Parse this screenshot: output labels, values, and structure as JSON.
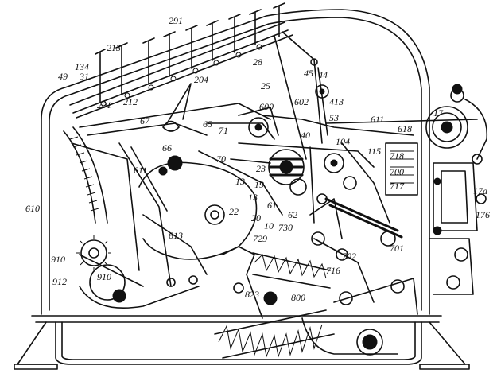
{
  "labels": {
    "l291": "291",
    "l213": "213",
    "l34": "134",
    "l49": "49",
    "l31": "31",
    "l201": "201",
    "l212": "212",
    "l204": "204",
    "l28": "28",
    "l25": "25",
    "l45": "45",
    "l602": "602",
    "l44": "44",
    "l413": "413",
    "l67": "67",
    "l65": "65",
    "l600": "600",
    "l66": "66",
    "l71": "71",
    "l70": "70",
    "l53": "53",
    "l40": "40",
    "l611a": "611",
    "l618": "618",
    "l17": "17",
    "l104": "104",
    "l115": "115",
    "l718": "718",
    "l700": "700",
    "l717": "717",
    "l611b": "611",
    "l23": "23",
    "l13a": "13",
    "l19": "19",
    "l13b": "13",
    "l22": "22",
    "l20": "20",
    "l10": "10",
    "l730": "730",
    "l61": "61",
    "l62": "62",
    "l610": "610",
    "l613": "613",
    "l729": "729",
    "l702": "702",
    "l701": "701",
    "l17a": "17a",
    "l176": "176",
    "l910a": "910",
    "l910b": "910",
    "l912": "912",
    "l716": "716",
    "l823": "823",
    "l800": "800"
  }
}
